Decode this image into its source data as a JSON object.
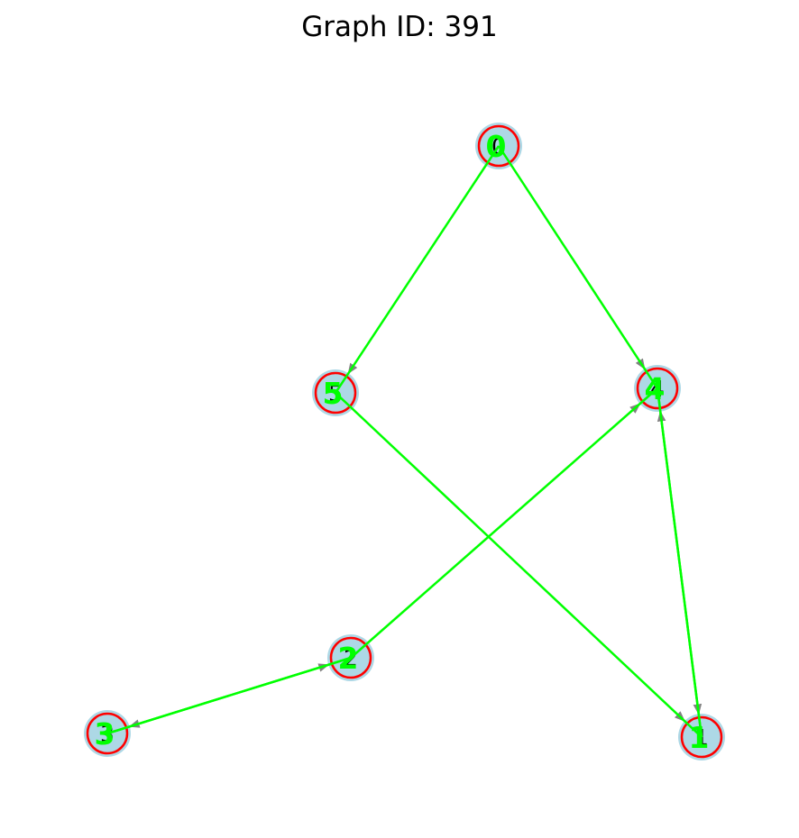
{
  "title": "Graph ID: 391",
  "graph": {
    "directed": true,
    "nodes": [
      {
        "id": "0",
        "label": "0"
      },
      {
        "id": "1",
        "label": "1"
      },
      {
        "id": "2",
        "label": "2"
      },
      {
        "id": "3",
        "label": "3"
      },
      {
        "id": "4",
        "label": "4"
      },
      {
        "id": "5",
        "label": "5"
      }
    ],
    "edges": [
      {
        "source": "0",
        "target": "5"
      },
      {
        "source": "0",
        "target": "4"
      },
      {
        "source": "5",
        "target": "1"
      },
      {
        "source": "2",
        "target": "4"
      },
      {
        "source": "4",
        "target": "1"
      },
      {
        "source": "1",
        "target": "4"
      },
      {
        "source": "2",
        "target": "3"
      },
      {
        "source": "3",
        "target": "2"
      }
    ]
  },
  "colors": {
    "node_fill": "#add8e6",
    "node_label": "#000000",
    "edge_arrow": "#808080",
    "edge_overlay": "#00ff00",
    "circle_overlay": "#ff0000",
    "overlay_label": "#00ff00"
  }
}
